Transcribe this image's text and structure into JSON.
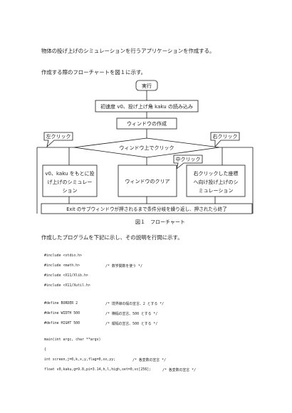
{
  "intro": {
    "line1": "物体の投げ上げのシミュレーションを行うアプリケーションを作成する。",
    "line2": "作成する際のフローチャートを図１に示す。"
  },
  "flowchart": {
    "start": "実行",
    "input": "初速度 v0、投げ上げ角 kaku の読み込み",
    "create_window": "ウィンドウの作成",
    "decision": "ウィンドウ上でクリック",
    "left_click": "左クリック",
    "right_click": "右クリック",
    "middle_click": "中クリック",
    "left_action_1": "v0、kaku をもとに投",
    "left_action_2": "げ上げのシミュレー",
    "left_action_3": "ション",
    "middle_action": "ウィンドウのクリア",
    "right_action_1": "右クリックした座標",
    "right_action_2": "へ向け投げ上げのシ",
    "right_action_3": "ミュレーション",
    "loop": "Exit のサブウィンドウが押されるまで条件分岐を繰り返し、押されたら終了",
    "caption": "図１　フローチャート"
  },
  "after_figure": "作成したプログラムを下記に示し、その説明を行間に示す。",
  "code_lines": [
    {
      "code": "#include <stdio.h>",
      "comment": ""
    },
    {
      "code": "#include <math.h>",
      "comment": "/*  数学関数を使う  */"
    },
    {
      "code": "#include <X11/Xlib.h>",
      "comment": ""
    },
    {
      "code": "#include <X11/Xutil.h>",
      "comment": ""
    },
    {
      "code": "#define BORDER 2",
      "comment": "/*  境界線の幅の宣言、2 とする  */"
    },
    {
      "code": "#define WIDTH    500",
      "comment": "/*  横幅の宣言、500 とする  */"
    },
    {
      "code": "#define HIGHT 500",
      "comment": "/*  縦幅の宣言、500 とする  */"
    },
    {
      "code": "main(int argc, char **argv)",
      "comment": ""
    },
    {
      "code": "{",
      "comment": ""
    },
    {
      "code": "    int screen,j=0,k,x,y,flag=0,xx,yy;",
      "comment": "/*  各変数の宣言  */"
    },
    {
      "code": "    float v0,kaku,g=9.8,pi=3.14,h,l,high,set=0,vc[256];",
      "comment": "/*  各変数の宣言  */"
    }
  ]
}
